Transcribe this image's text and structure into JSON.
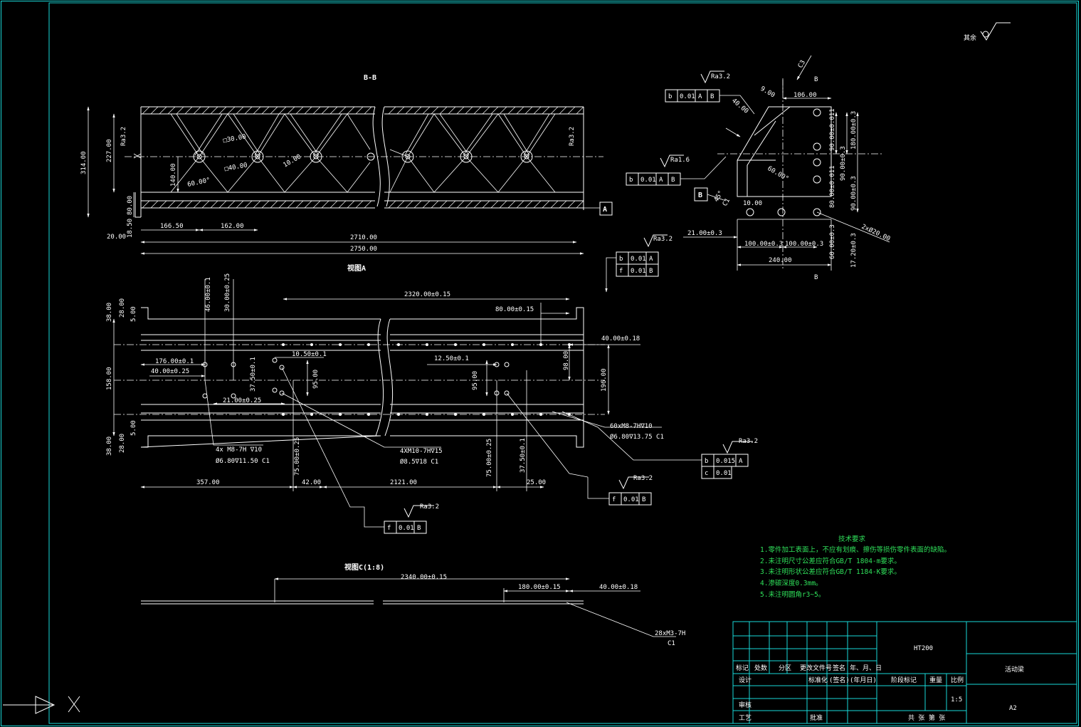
{
  "colors": {
    "background": "#000000",
    "frame": "#19d9d9",
    "lines": "#ffffff",
    "notes": "#2fe05a"
  },
  "roughness_other": "其余",
  "section_title": "B-B",
  "view_a_label": "视图A",
  "view_c_label": "视图C(1:8)",
  "datum": {
    "a": "A",
    "b": "B"
  },
  "section": {
    "dims": [
      "314.00",
      "227.00",
      "140.00",
      "80.00",
      "18.50",
      "20.00",
      "166.50",
      "162.00",
      "2710.00",
      "2750.00"
    ],
    "angle": "60.00°",
    "hole": "□40.00",
    "hole2": "□30.00",
    "gap": "10.00",
    "rough_left": "Ra3.2",
    "rough_right": "Ra3.2"
  },
  "plan": {
    "dims_top": [
      "2320.00±0.15",
      "80.00±0.15",
      "40.00±0.18"
    ],
    "dims_left": [
      "38.00",
      "28.00",
      "5.00",
      "158.00",
      "38.00",
      "28.00",
      "5.00"
    ],
    "dims_v": [
      "46.00±0.1",
      "30.00±0.25",
      "37.50±0.1",
      "95.00",
      "95.00",
      "75.00±0.25",
      "75.00±0.25",
      "37.50±0.1",
      "98.00",
      "196.00"
    ],
    "dims_h": [
      "176.00±0.1",
      "40.00±0.25",
      "10.50±0.1",
      "21.00±0.25",
      "12.50±0.1",
      "357.00",
      "42.00",
      "2121.00",
      "25.00"
    ],
    "callouts": [
      "4x M8-7H ∇10",
      "Ø6.80∇11.50 C1",
      "4XM10-7H∇15",
      "Ø8.5∇18 C1",
      "60xM8-7H∇10",
      "Ø6.80∇13.75 C1"
    ]
  },
  "side": {
    "dims": [
      "106.00",
      "9.00",
      "40.00",
      "45°",
      "60.00°",
      "10.00",
      "21.00±0.3",
      "100.00±0.3",
      "100.00±0.3",
      "240.00",
      "90.00±0.011",
      "90.00±0.3",
      "180.00±0.3",
      "90.00±0.3",
      "60.00±0.3",
      "17.20±0.3",
      "80.00±0.011",
      "2xØ20.00",
      "C3",
      "C1"
    ],
    "rough": [
      "Ra3.2",
      "Ra1.6"
    ]
  },
  "fcf": [
    {
      "sym": "b",
      "tol": "0.01",
      "d1": "A",
      "d2": "B",
      "rough": "Ra3.2"
    },
    {
      "sym": "b",
      "tol": "0.01",
      "d1": "A",
      "d2": "B",
      "rough": "Ra1.6"
    },
    {
      "sym": "b",
      "tol": "0.01",
      "d1": "A",
      "rough": "Ra3.2",
      "sym2": "f",
      "tol2": "0.01",
      "d3": "B"
    },
    {
      "sym": "b",
      "tol": "0.015",
      "d1": "A",
      "rough": "Ra3.2",
      "sym2": "c",
      "tol2": "0.01"
    },
    {
      "sym": "f",
      "tol": "0.01",
      "d1": "B",
      "rough": "Ra3.2"
    },
    {
      "sym": "f",
      "tol": "0.01",
      "d1": "B",
      "rough": "Ra3.2"
    }
  ],
  "strip": {
    "dims": [
      "2340.00±0.15",
      "180.00±0.15",
      "40.00±0.18"
    ],
    "callout1": "28xM3-7H",
    "callout2": "C1"
  },
  "notes": {
    "title": "技术要求",
    "items": [
      "1.零件加工表面上，不应有划痕、擦伤等损伤零件表面的缺陷。",
      "2.未注明尺寸公差应符合GB/T 1804-m要求。",
      "3.未注明形状公差应符合GB/T 1184-K要求。",
      "4.渗碳深度0.3mm。",
      "5.未注明圆角r3~5。"
    ]
  },
  "titleblock": {
    "material": "HT200",
    "part_name": "活动梁",
    "header": [
      "标记",
      "处数",
      "分区",
      "更改文件号",
      "签名",
      "年、月、日"
    ],
    "row_design": [
      "设计",
      "标准化",
      "(签名)",
      "(年月日)"
    ],
    "stage_label": "阶段标记",
    "weight_label": "重量",
    "scale_label": "比例",
    "scale": "1:5",
    "review": "审核",
    "process": "工艺",
    "approve": "批准",
    "sheets": "共 张 第 张",
    "size": "A2"
  }
}
